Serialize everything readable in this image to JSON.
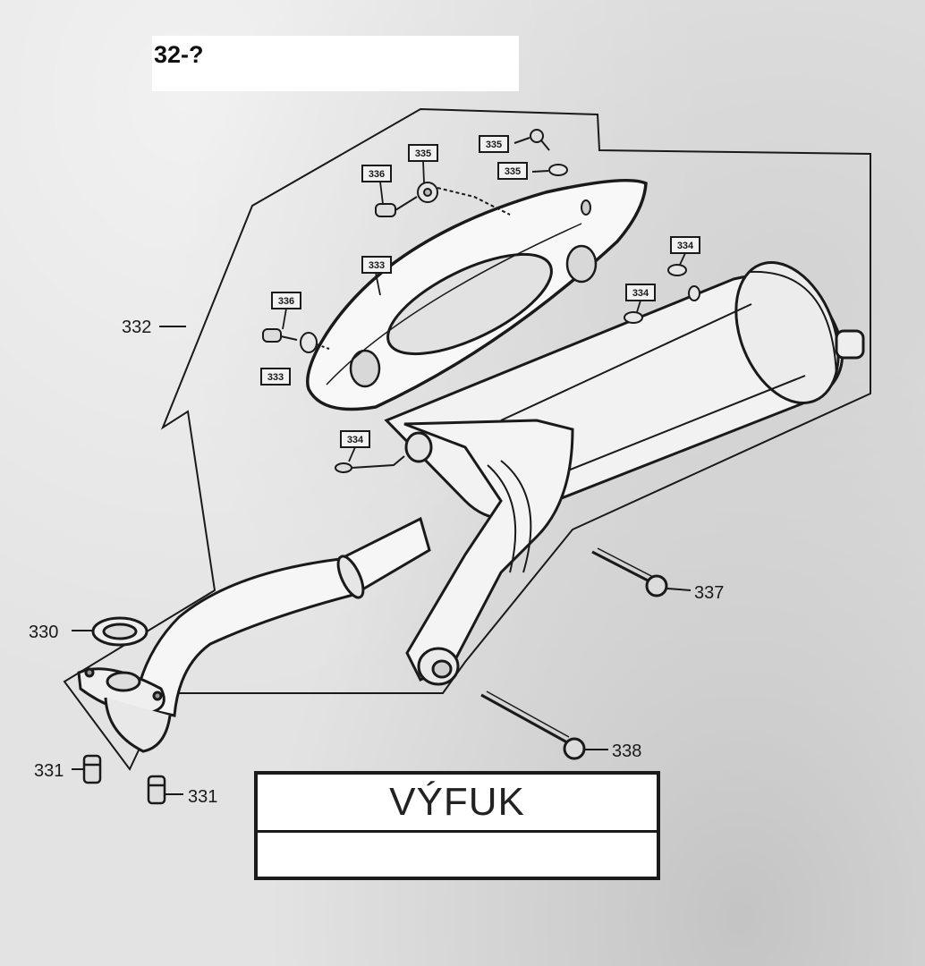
{
  "header": {
    "section_code": "32-?"
  },
  "title_block": {
    "title": "VÝFUK",
    "subtitle": ""
  },
  "callouts": {
    "p330": "330",
    "p331_left": "331",
    "p331_right": "331",
    "p332": "332",
    "p337": "337",
    "p338": "338"
  },
  "tags": {
    "t335a": "335",
    "t335b": "335",
    "t335c": "335",
    "t336a": "336",
    "t336b": "336",
    "t333a": "333",
    "t333b": "333",
    "t334a": "334",
    "t334b": "334",
    "t334c": "334"
  },
  "colors": {
    "paper": "#e3e3e3",
    "ink": "#1a1a1a",
    "label_background": "#ffffff"
  }
}
